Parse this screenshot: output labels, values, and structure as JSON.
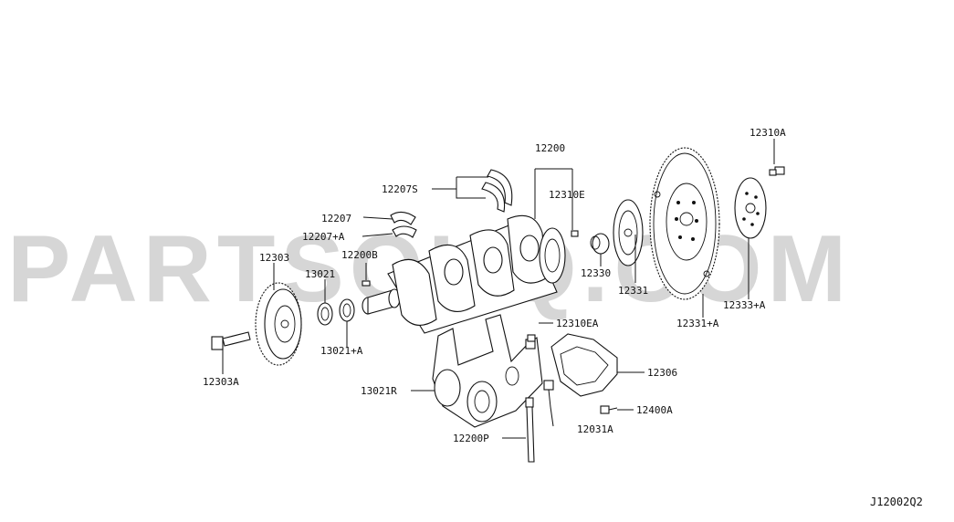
{
  "watermark": "PARTSOUQ.COM",
  "diagram_code": "J12002Q2",
  "labels": {
    "p12200": "12200",
    "p12310A": "12310A",
    "p12207S": "12207S",
    "p12310E": "12310E",
    "p12207": "12207",
    "p12207A": "12207+A",
    "p12200B": "12200B",
    "p12303": "12303",
    "p13021": "13021",
    "p12330": "12330",
    "p12331": "12331",
    "p12333A": "12333+A",
    "p12331A": "12331+A",
    "p12310EA": "12310EA",
    "p13021A": "13021+A",
    "p12303A": "12303A",
    "p12306": "12306",
    "p13021R": "13021R",
    "p12400A": "12400A",
    "p12031A": "12031A",
    "p12200P": "12200P"
  }
}
